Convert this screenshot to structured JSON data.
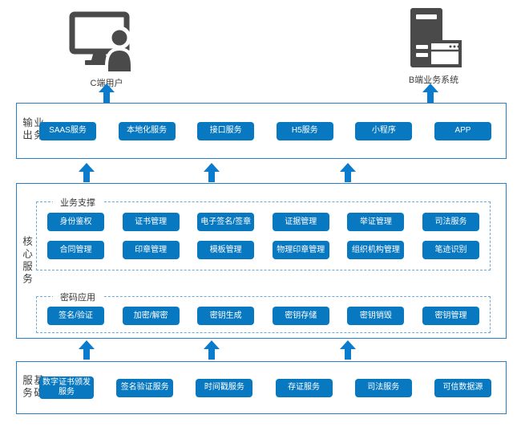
{
  "colors": {
    "button_blue": "#0878c0",
    "arrow_blue": "#0b7bce",
    "layer_border_blue": "#2a7ec7",
    "dashed_border_blue": "#6ea9dc",
    "icon_gray": "#4a4a4a",
    "text_dark": "#3c3c3c"
  },
  "icons": {
    "client": "desktop-user-icon",
    "business": "server-window-icon",
    "arrow": "up-arrow-icon"
  },
  "endpoints": {
    "client": {
      "label": "C端用户"
    },
    "business": {
      "label": "B端业务系统"
    }
  },
  "layers": {
    "output": {
      "label": "业务输出",
      "items": [
        "SAAS服务",
        "本地化服务",
        "接口服务",
        "H5服务",
        "小程序",
        "APP"
      ]
    },
    "core": {
      "label": "核心服务",
      "sections": {
        "support": {
          "label": "业务支撑",
          "row1": [
            "身份鉴权",
            "证书管理",
            "电子签名/签章",
            "证据管理",
            "举证管理",
            "司法服务"
          ],
          "row2": [
            "合同管理",
            "印章管理",
            "模板管理",
            "物理印章管理",
            "组织机构管理",
            "笔迹识别"
          ]
        },
        "crypto": {
          "label": "密码应用",
          "row": [
            "签名/验证",
            "加密/解密",
            "密钥生成",
            "密钥存储",
            "密钥销毁",
            "密钥管理"
          ]
        }
      }
    },
    "base": {
      "label": "基础服务",
      "items": [
        "数字证书颁发服务",
        "签名验证服务",
        "时间戳服务",
        "存证服务",
        "司法服务",
        "可信数据源"
      ]
    }
  }
}
